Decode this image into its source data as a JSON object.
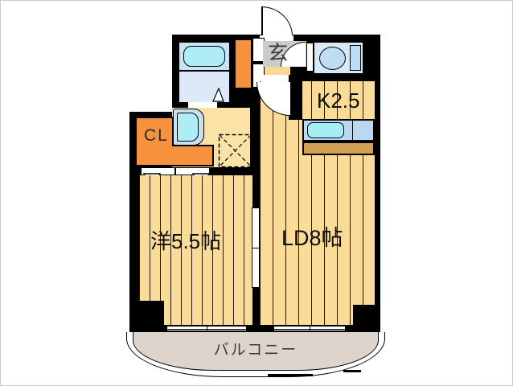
{
  "title": "apartment-floor-plan",
  "rooms": {
    "entrance": {
      "label": "玄"
    },
    "kitchen": {
      "label": "K2.5"
    },
    "closet": {
      "label": "CL"
    },
    "western_room": {
      "label": "洋5.5帖"
    },
    "living_dining": {
      "label": "LD8帖"
    },
    "balcony": {
      "label": "バルコニー"
    }
  },
  "fixtures": [
    "bathtub",
    "toilet",
    "washbasin",
    "washing-machine-space",
    "kitchen-sink",
    "entrance-door",
    "sliding-doors",
    "windows"
  ],
  "colors": {
    "wall": "#000000",
    "wood_floor": "#fbdb98",
    "washroom_floor": "#fbe3a8",
    "closet_orange": "#f6913d",
    "wet_room_blue": "#d8e9f8",
    "fixture_blue": "#bfdcf5",
    "tub_cyan": "#aeedf6",
    "counter_brown": "#d59e55",
    "entrance_gray": "#cbcbcb",
    "balcony_beige": "#ddd4cb"
  }
}
